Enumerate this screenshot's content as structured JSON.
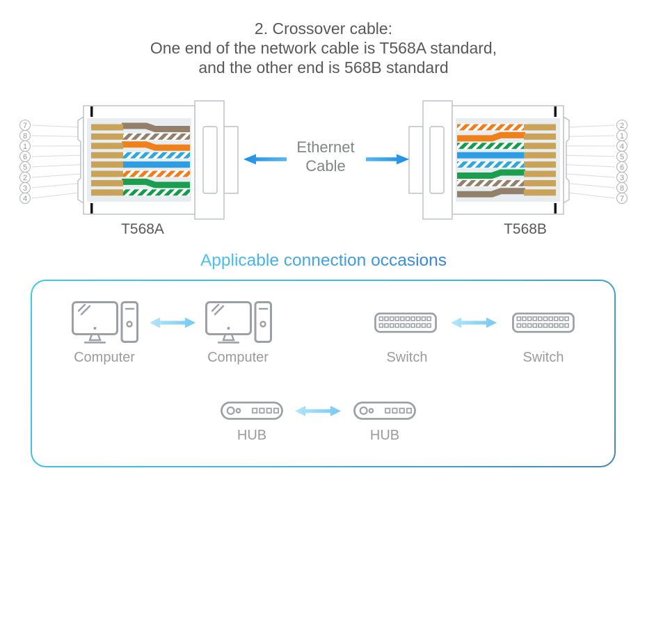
{
  "title": {
    "line1": "2. Crossover cable:",
    "line2": "One end of the network cable is T568A standard,",
    "line3": "and the other end is 568B standard"
  },
  "cable": {
    "line1": "Ethernet",
    "line2": "Cable"
  },
  "connectors": {
    "left": {
      "label": "T568A",
      "pins": [
        "7",
        "8",
        "1",
        "6",
        "5",
        "2",
        "3",
        "4"
      ],
      "wires": [
        {
          "pair": "brown",
          "type": "solid",
          "color": "#93806a",
          "jog": true
        },
        {
          "pair": "brown",
          "type": "stripe",
          "color": "#93806a",
          "jog": false
        },
        {
          "pair": "orange",
          "type": "solid",
          "color": "#f08019",
          "jog": true
        },
        {
          "pair": "blue",
          "type": "stripe",
          "color": "#2fa7da",
          "jog": false
        },
        {
          "pair": "blue",
          "type": "solid",
          "color": "#2d9de4",
          "jog": false
        },
        {
          "pair": "orange",
          "type": "stripe",
          "color": "#ee7e1d",
          "jog": false
        },
        {
          "pair": "green",
          "type": "solid",
          "color": "#1b9e50",
          "jog": true
        },
        {
          "pair": "green",
          "type": "stripe",
          "color": "#149c4c",
          "jog": false
        }
      ]
    },
    "right": {
      "label": "T568B",
      "pins": [
        "2",
        "1",
        "4",
        "5",
        "6",
        "3",
        "8",
        "7"
      ],
      "wires": [
        {
          "pair": "orange",
          "type": "stripe",
          "color": "#ee7e1d",
          "jog": false
        },
        {
          "pair": "orange",
          "type": "solid",
          "color": "#f08019",
          "jog": true
        },
        {
          "pair": "green",
          "type": "stripe",
          "color": "#149c4c",
          "jog": false
        },
        {
          "pair": "blue",
          "type": "solid",
          "color": "#2d9de4",
          "jog": false
        },
        {
          "pair": "blue",
          "type": "stripe",
          "color": "#2fa7da",
          "jog": false
        },
        {
          "pair": "green",
          "type": "solid",
          "color": "#1b9e50",
          "jog": true
        },
        {
          "pair": "brown",
          "type": "stripe",
          "color": "#93806a",
          "jog": false
        },
        {
          "pair": "brown",
          "type": "solid",
          "color": "#93806a",
          "jog": true
        }
      ]
    }
  },
  "section": {
    "heading": "Applicable connection occasions"
  },
  "devices": {
    "labels": [
      "Computer",
      "Computer",
      "Switch",
      "Switch",
      "HUB",
      "HUB"
    ]
  },
  "colors": {
    "wire_tan": "#c9a458",
    "connector_outline": "#b9bfc6",
    "connector_panel": "#e8edf2",
    "title_text": "#57585a",
    "device_outline": "#9aa0a6",
    "device_label": "#9b9b9b",
    "cable_text": "#818488",
    "box_border_start": "#42c8e6",
    "box_border_end": "#4588b4",
    "heading_start": "#4cc4e9",
    "heading_end": "#3c82d4",
    "arrow_main_start": "#57b6ee",
    "arrow_main_end": "#1d8ee4",
    "arrow_double_start": "#b3e6fa",
    "arrow_double_end": "#76c7f3"
  }
}
